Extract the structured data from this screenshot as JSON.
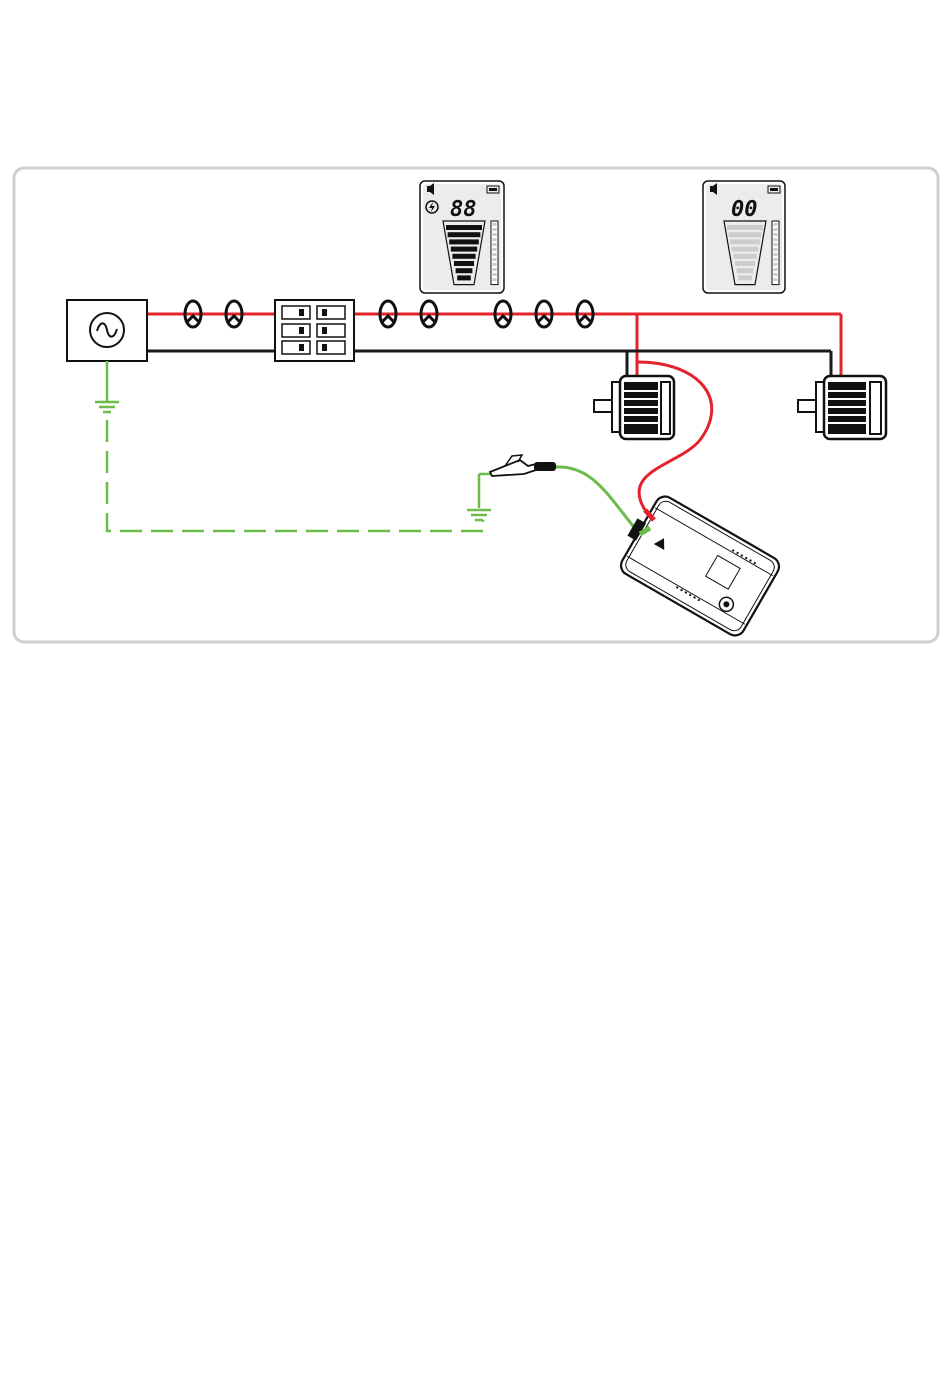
{
  "colors": {
    "live_wire": "#e3222b",
    "neutral_wire": "#1a1a1a",
    "earth_wire": "#6dbb4a",
    "panel_border": "#cfcfcf",
    "lcd_background": "#ececec",
    "segment_on": "#111111",
    "segment_off": "#cccccc"
  },
  "diagram": {
    "elements": [
      "ac-source",
      "breaker-panel",
      "receiver-display-active",
      "receiver-display-idle",
      "motor-1",
      "motor-2",
      "transmitter",
      "alligator-clip",
      "earth-ground-symbols",
      "signal-loops"
    ]
  },
  "receiver_active": {
    "reading": "88",
    "icons": [
      "speaker-icon",
      "battery-icon",
      "lightning-icon"
    ],
    "signal_level": 1.0
  },
  "receiver_idle": {
    "reading": "00",
    "icons": [
      "speaker-icon",
      "battery-icon"
    ],
    "signal_level": 0.0
  },
  "transmitter": {
    "icons": [
      "warning-triangle-icon",
      "connector-jack-icon"
    ]
  }
}
